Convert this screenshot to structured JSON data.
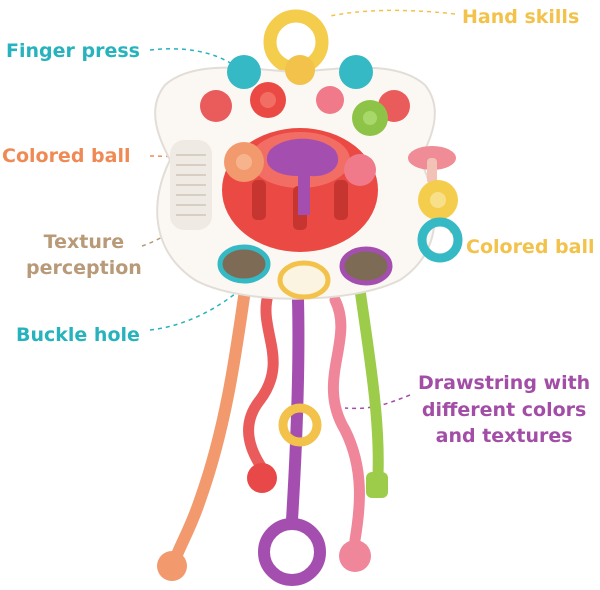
{
  "labels": {
    "hand_skills": "Hand skills",
    "finger_press": "Finger press",
    "colored_ball_left": "Colored ball",
    "texture_line1": "Texture",
    "texture_line2": "perception",
    "buckle_hole": "Buckle hole",
    "colored_ball_right": "Colored ball",
    "drawstring_line1": "Drawstring with",
    "drawstring_line2": "different colors",
    "drawstring_line3": "and textures"
  },
  "colors": {
    "teal": "#27b3bd",
    "orange": "#ef8a55",
    "yellow": "#f2c24a",
    "beige": "#b89a78",
    "purple": "#a24ea6",
    "red": "#e8413f",
    "pink": "#f07a8a",
    "green": "#9ccc4a"
  }
}
